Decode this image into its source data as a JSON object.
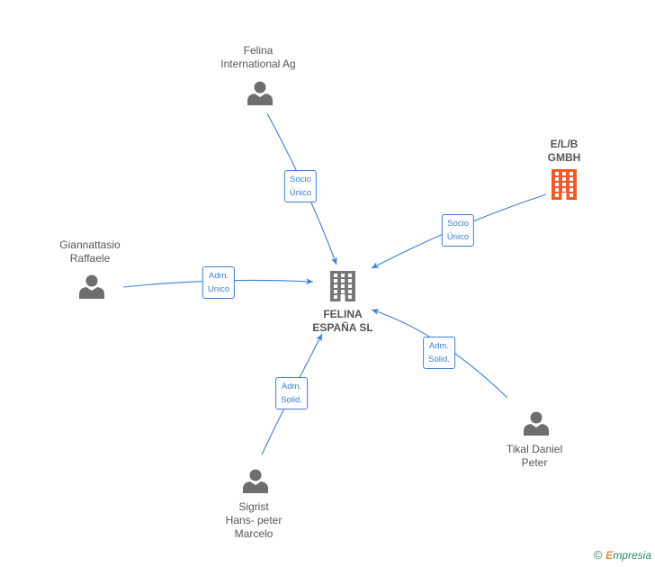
{
  "nodes": {
    "felina_international": {
      "lines": [
        "Felina",
        "International Ag"
      ],
      "kind": "person"
    },
    "elb_gmbh": {
      "lines": [
        "E/L/B",
        "GMBH"
      ],
      "kind": "company-highlight"
    },
    "giannattasio": {
      "lines": [
        "Giannattasio",
        "Raffaele"
      ],
      "kind": "person"
    },
    "felina_espana": {
      "lines": [
        "FELINA",
        "ESPAÑA SL"
      ],
      "kind": "company-main"
    },
    "sigrist": {
      "lines": [
        "Sigrist",
        "Hans- peter",
        "Marcelo"
      ],
      "kind": "person"
    },
    "tikal": {
      "lines": [
        "Tikal Daniel",
        "Peter"
      ],
      "kind": "person"
    }
  },
  "edges": [
    {
      "from": "felina_international",
      "to": "felina_espana",
      "label": [
        "Socio",
        "Único"
      ]
    },
    {
      "from": "elb_gmbh",
      "to": "felina_espana",
      "label": [
        "Socio",
        "Único"
      ]
    },
    {
      "from": "giannattasio",
      "to": "felina_espana",
      "label": [
        "Adm.",
        "Unico"
      ]
    },
    {
      "from": "sigrist",
      "to": "felina_espana",
      "label": [
        "Adm.",
        "Solid."
      ]
    },
    {
      "from": "tikal",
      "to": "felina_espana",
      "label": [
        "Adm.",
        "Solid."
      ]
    }
  ],
  "footer": {
    "copyright": "©",
    "brand_initial": "E",
    "brand_rest": "mpresia"
  },
  "colors": {
    "edge": "#3a7fd5",
    "person_icon": "#6e6e6e",
    "company_main": "#777777",
    "company_highlight": "#f05a28",
    "label_text": "#555555"
  }
}
